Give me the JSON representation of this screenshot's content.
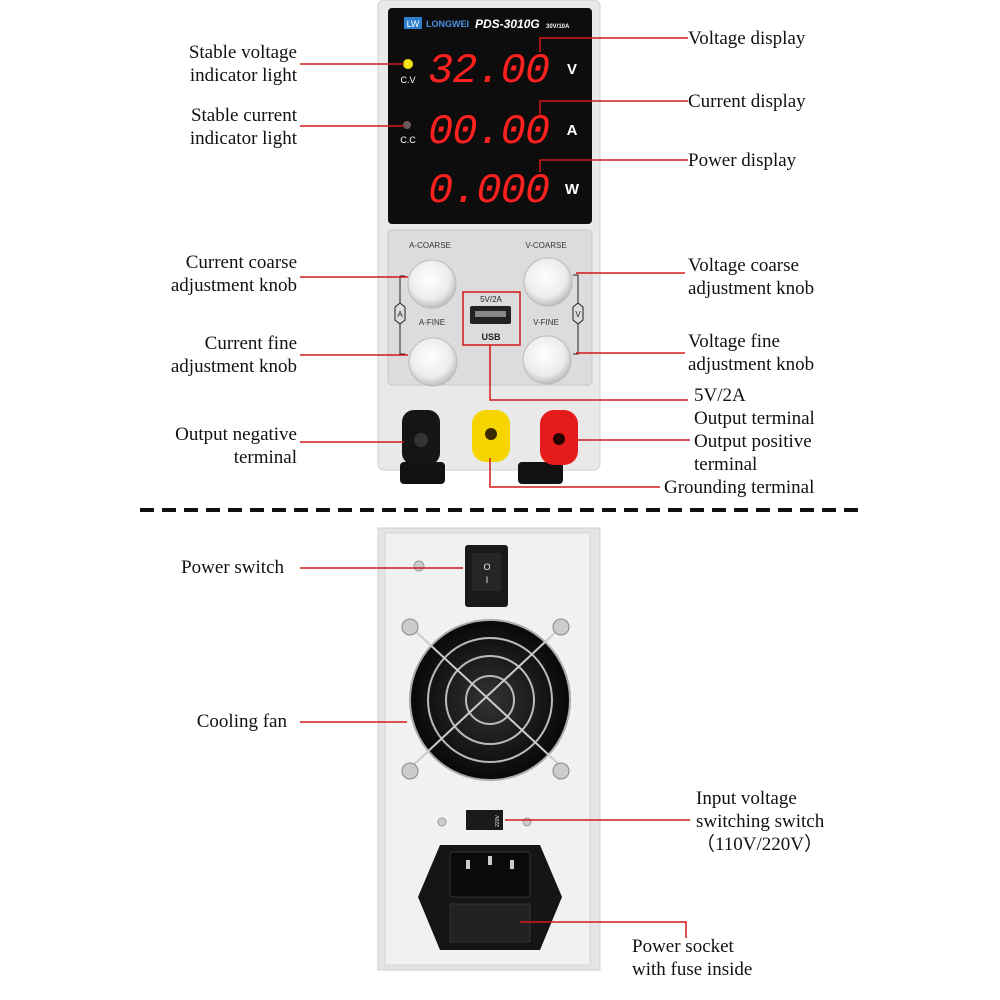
{
  "front": {
    "brand_badge": "LW",
    "brand": "LONGWEI",
    "model": "PDS-3010G",
    "rating": "30V/10A",
    "voltage_reading": "32.00",
    "current_reading": "00.00",
    "power_reading": "0.000",
    "unit_v": "V",
    "unit_a": "A",
    "unit_w": "W",
    "cv_label": "C.V",
    "cc_label": "C.C",
    "a_coarse": "A-COARSE",
    "v_coarse": "V-COARSE",
    "a_fine": "A-FINE",
    "v_fine": "V-FINE",
    "usb_rating": "5V/2A",
    "usb_label": "USB",
    "bracket_a": "A",
    "bracket_v": "V"
  },
  "back": {
    "switch_on": "I",
    "switch_off": "O",
    "voltage_setting": "220V"
  },
  "callouts": {
    "stable_voltage": [
      "Stable voltage",
      "indicator light"
    ],
    "stable_current": [
      "Stable current",
      "indicator light"
    ],
    "current_coarse": [
      "Current coarse",
      "adjustment knob"
    ],
    "current_fine": [
      "Current fine",
      "adjustment knob"
    ],
    "output_negative": [
      "Output negative",
      "terminal"
    ],
    "voltage_display": "Voltage display",
    "current_display": "Current display",
    "power_display": "Power display",
    "voltage_coarse": [
      "Voltage coarse",
      "adjustment knob"
    ],
    "voltage_fine": [
      "Voltage fine",
      "adjustment knob"
    ],
    "usb_output": [
      "5V/2A",
      "Output terminal"
    ],
    "output_positive": [
      "Output positive",
      "terminal"
    ],
    "grounding": "Grounding terminal",
    "power_switch": "Power switch",
    "cooling_fan": "Cooling fan",
    "input_switch": [
      "Input voltage",
      "switching switch",
      "（110V/220V）"
    ],
    "power_socket": [
      "Power socket",
      "with fuse inside"
    ]
  },
  "colors": {
    "leader": "#d11a1a",
    "segment": "#ff2020",
    "panel": "#0d0d0d"
  }
}
